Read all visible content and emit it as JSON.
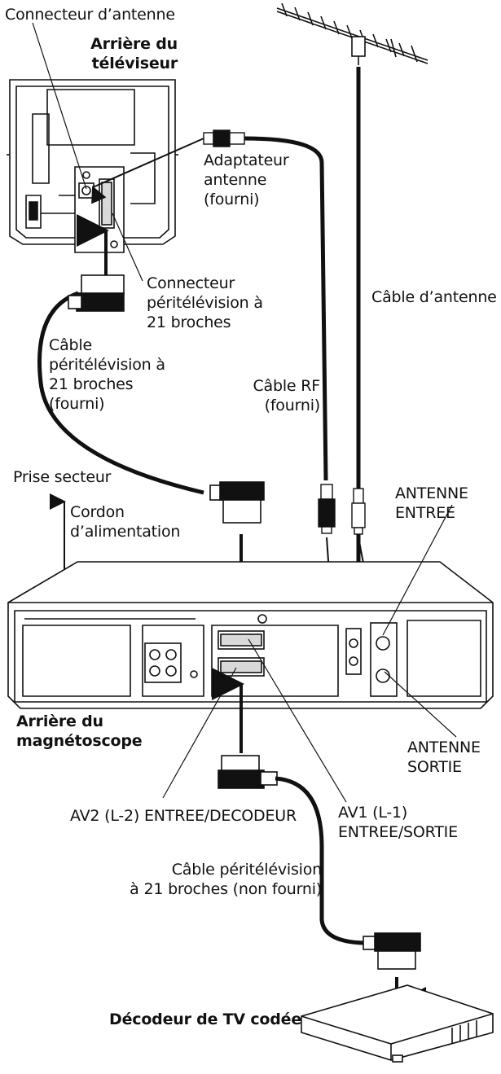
{
  "labels": {
    "tv_antenna_connector": "Connecteur d’antenne",
    "tv_rear": "Arrière du\ntéléviseur",
    "antenna_adapter": "Adaptateur\nantenne\n(fourni)",
    "tv_scart_connector": "Connecteur\npéritélévision à\n21 broches",
    "antenna_cable": "Câble d’antenne",
    "scart_cable_supplied": "Câble\npéritélévision à\n21 broches\n(fourni)",
    "rf_cable": "Câble RF\n(fourni)",
    "mains_outlet": "Prise secteur",
    "power_cord": "Cordon\nd’alimentation",
    "antenna_in": "ANTENNE\nENTREE",
    "vcr_rear": "Arrière du\nmagnétoscope",
    "antenna_out": "ANTENNE\nSORTIE",
    "av2": "AV2 (L-2) ENTREE/DECODEUR",
    "av1": "AV1 (L-1)\nENTREE/SORTIE",
    "scart_cable_not_supplied": "Câble péritélévision\nà 21 broches (non fourni)",
    "decoder": "Décodeur de TV codée"
  },
  "colors": {
    "line": "#111111",
    "body": "#ffffff",
    "shade": "#d9d9d9"
  }
}
